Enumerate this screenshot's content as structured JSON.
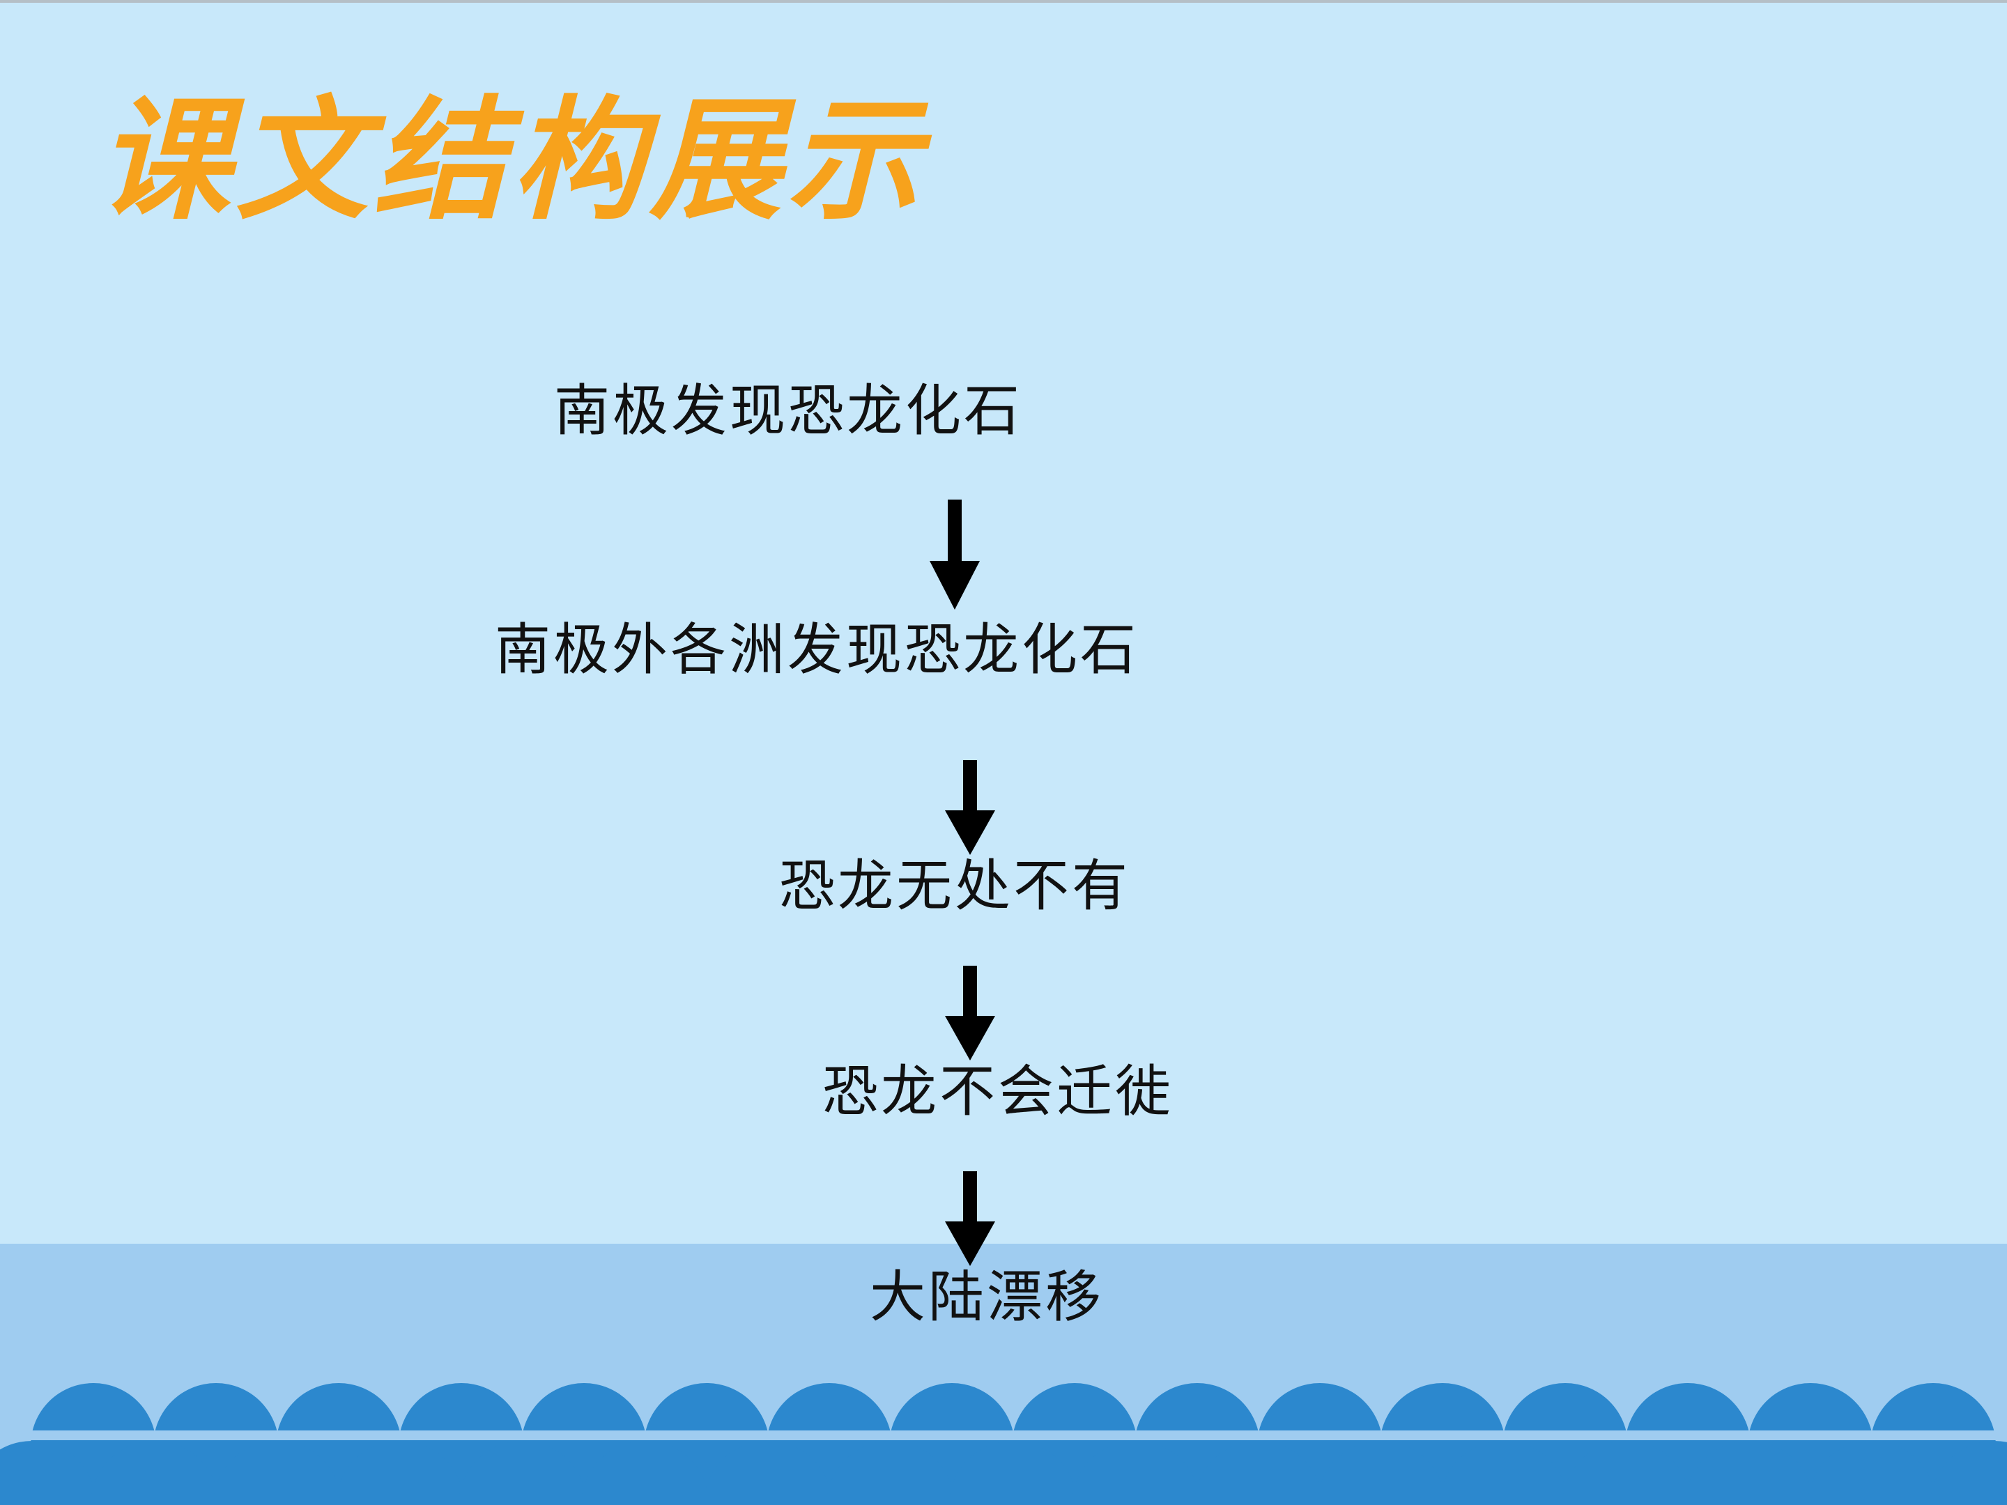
{
  "title": "课文结构展示",
  "flow": {
    "steps": [
      "南极发现恐龙化石",
      "南极外各洲发现恐龙化石",
      "恐龙无处不有",
      "恐龙不会迁徙",
      "大陆漂移"
    ]
  },
  "colors": {
    "background": "#c8e8fa",
    "band": "#9fccf0",
    "wave": "#2c88ce",
    "title": "#f7a21c",
    "text": "#111111"
  },
  "icons": [
    "arrow-down-icon"
  ]
}
